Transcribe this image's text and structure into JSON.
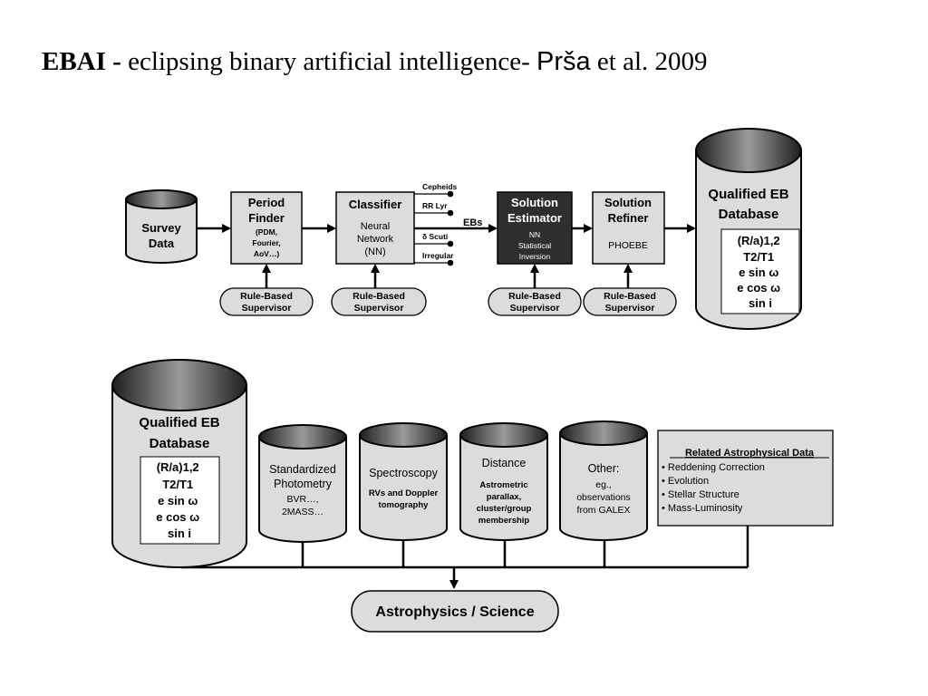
{
  "title": {
    "prefix": "EBAI -",
    "main": " eclipsing binary artificial intelligence- ",
    "author": "Prša",
    "suffix": " et al. 2009"
  },
  "pipeline": {
    "survey": [
      "Survey",
      "Data"
    ],
    "period_finder": {
      "title": [
        "Period",
        "Finder"
      ],
      "detail": [
        "(PDM,",
        "Fourier,",
        "AoV…)"
      ]
    },
    "classifier": {
      "title": "Classifier",
      "detail": [
        "Neural",
        "Network",
        "(NN)"
      ]
    },
    "branches": [
      "Cepheids",
      "RR Lyr",
      "δ Scuti",
      "Irregular"
    ],
    "ebs_label": "EBs",
    "solution_estimator": {
      "title": [
        "Solution",
        "Estimator"
      ],
      "detail": [
        "NN",
        "Statistical",
        "Inversion"
      ]
    },
    "solution_refiner": {
      "title": [
        "Solution",
        "Refiner"
      ],
      "detail": "PHOEBE"
    },
    "supervisor": [
      "Rule-Based",
      "Supervisor"
    ]
  },
  "database": {
    "title": [
      "Qualified EB",
      "Database"
    ],
    "params": [
      "(R/a)1,2",
      "T2/T1",
      "e sin ω",
      "e cos ω",
      "sin i"
    ]
  },
  "science": {
    "photometry": [
      "Standardized",
      "Photometry",
      "BVR…,",
      "2MASS…"
    ],
    "spectroscopy": [
      "Spectroscopy",
      "RVs and Doppler",
      "tomography"
    ],
    "distance": [
      "Distance",
      "Astrometric",
      "parallax,",
      "cluster/group",
      "membership"
    ],
    "other": [
      "Other:",
      "eg.,",
      "observations",
      "from GALEX"
    ],
    "related": {
      "title": "Related Astrophysical Data",
      "items": [
        "• Reddening Correction",
        "• Evolution",
        "• Stellar Structure",
        "• Mass-Luminosity"
      ]
    },
    "output": "Astrophysics / Science"
  }
}
